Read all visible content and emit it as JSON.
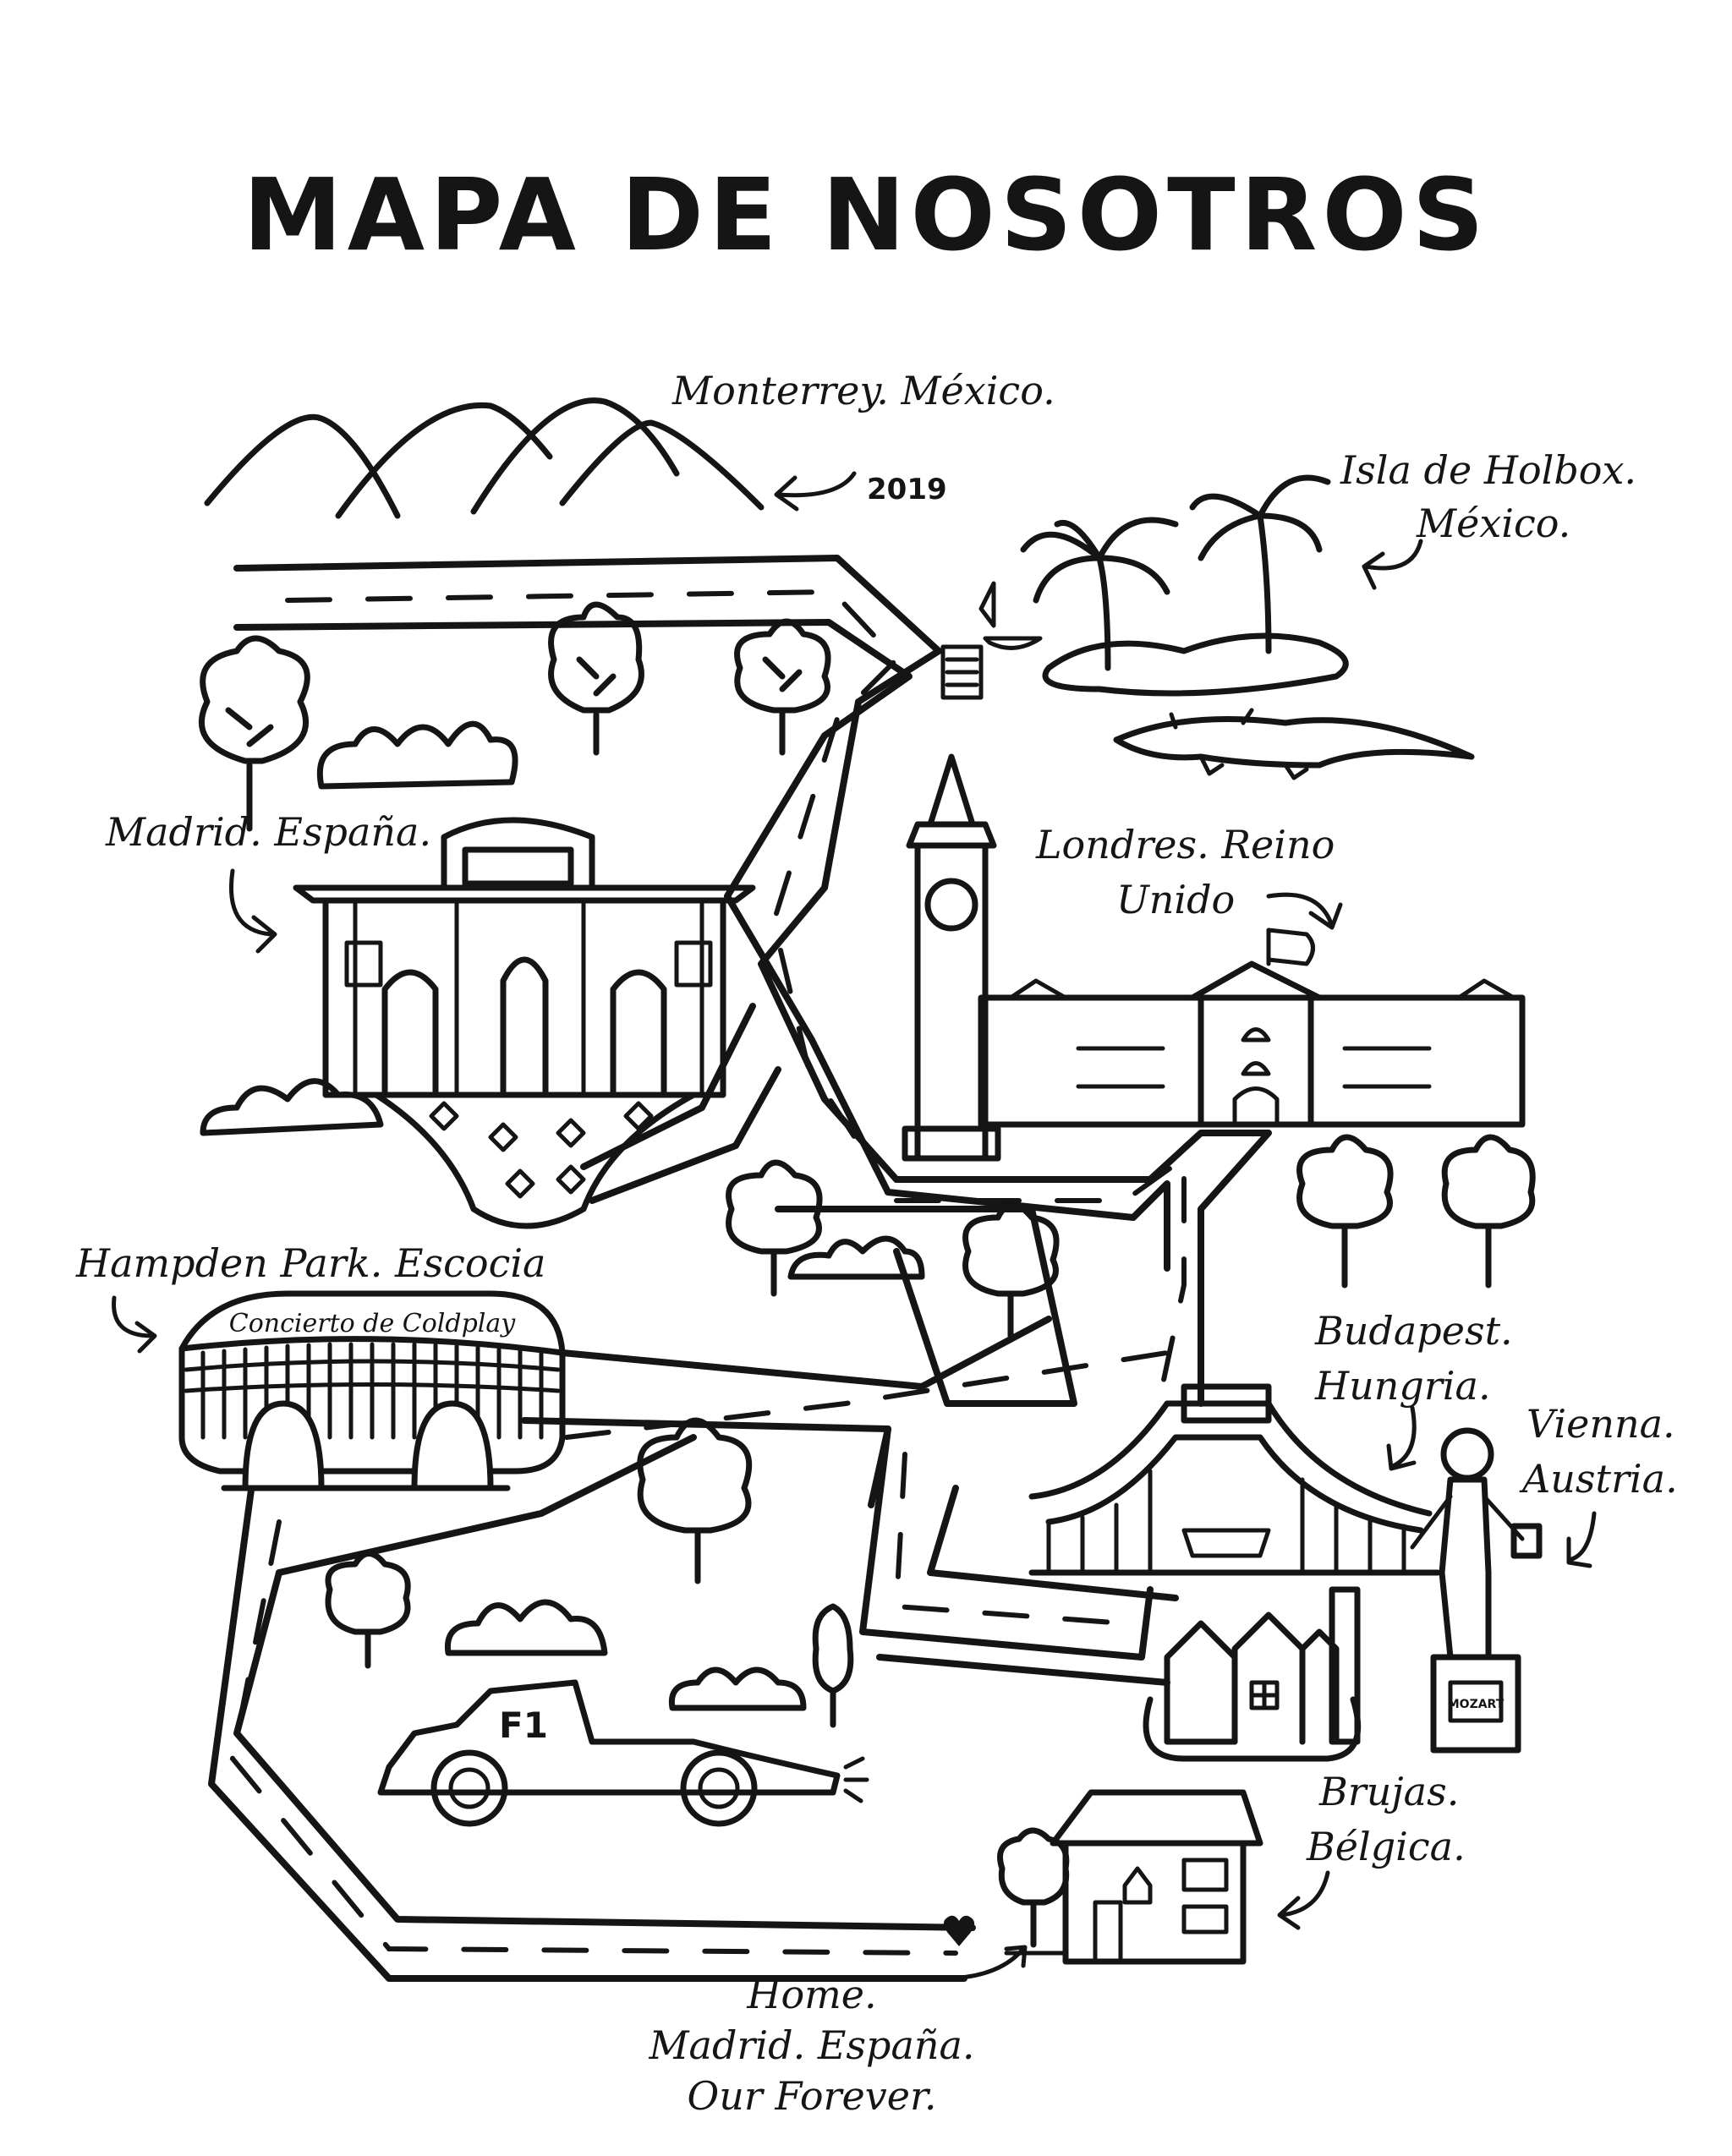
{
  "title": "MAPA DE NOSOTROS",
  "colors": {
    "ink": "#151515",
    "paper": "#ffffff"
  },
  "locations": [
    {
      "id": "monterrey",
      "lines": [
        "Monterrey. México."
      ],
      "note": "2019",
      "icon": "mountains-icon"
    },
    {
      "id": "holbox",
      "lines": [
        "Isla de Holbox.",
        "México."
      ],
      "icon": "palm-island-icon"
    },
    {
      "id": "madrid",
      "lines": [
        "Madrid. España."
      ],
      "icon": "puerta-de-alcala-icon"
    },
    {
      "id": "londres",
      "lines": [
        "Londres. Reino",
        "Unido"
      ],
      "icon": "big-ben-icon"
    },
    {
      "id": "hampden",
      "lines": [
        "Hampden Park. Escocia"
      ],
      "sign": "Concierto de Coldplay",
      "icon": "stadium-icon"
    },
    {
      "id": "budapest",
      "lines": [
        "Budapest.",
        "Hungria."
      ],
      "icon": "chain-bridge-icon"
    },
    {
      "id": "vienna",
      "lines": [
        "Vienna.",
        "Austria."
      ],
      "statue_plaque": "MOZART",
      "icon": "mozart-statue-icon"
    },
    {
      "id": "brujas",
      "lines": [
        "Brujas.",
        "Bélgica."
      ],
      "icon": "bruges-houses-icon"
    },
    {
      "id": "home",
      "lines": [
        "Home.",
        "Madrid. España.",
        "Our Forever."
      ],
      "icon": "home-house-icon"
    }
  ],
  "car": {
    "label": "F1",
    "icon": "f1-car-icon"
  }
}
